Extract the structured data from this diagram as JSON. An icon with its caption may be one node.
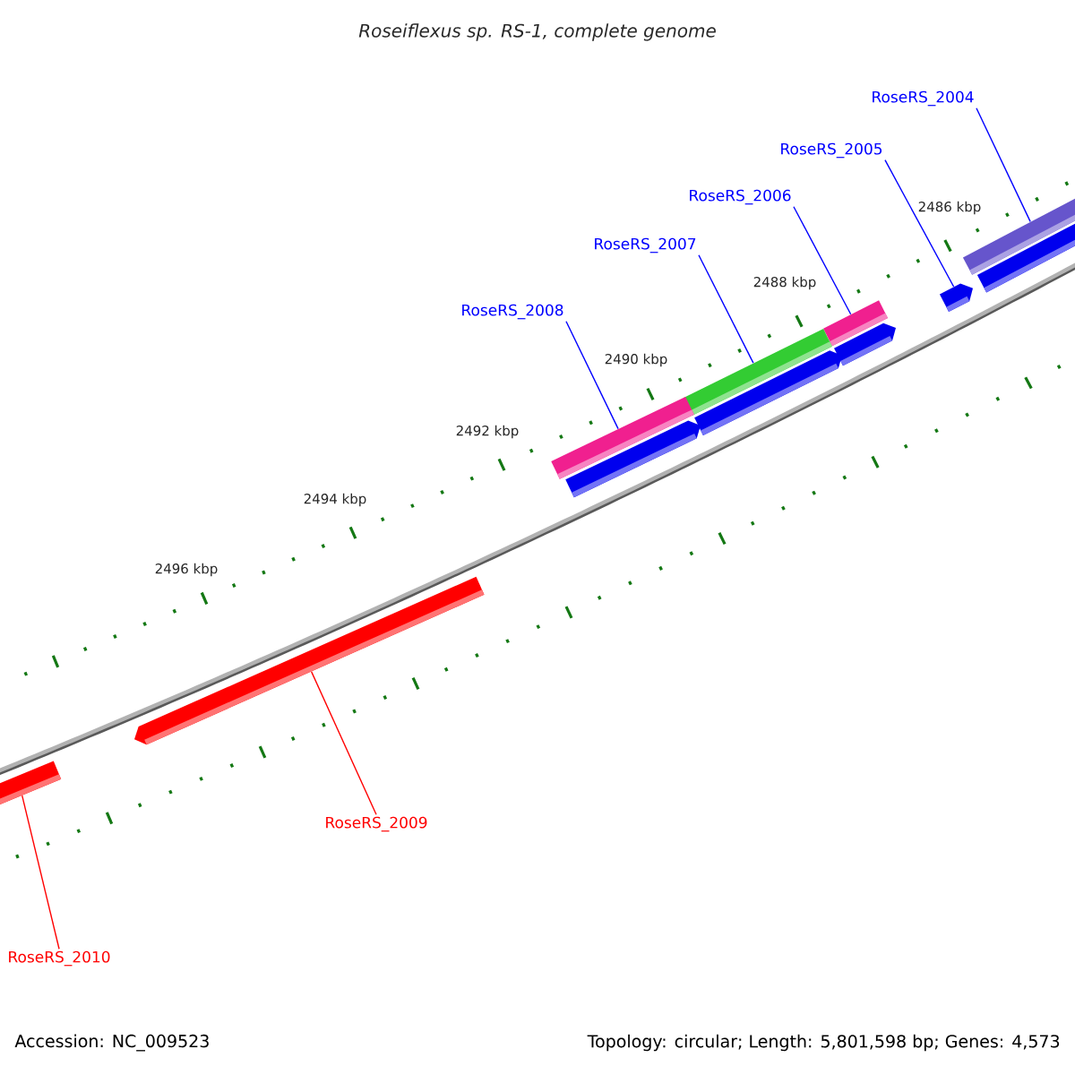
{
  "diagram": {
    "title": "Roseiflexus sp. RS-1, complete genome",
    "nodes": [
      {
        "text": [
          "RoseRS_2004"
        ]
      },
      {
        "text": [],
        "shape": "bar"
      },
      {
        "text": [
          "RoseRS_2005"
        ]
      },
      {
        "text": [],
        "shape": "bar"
      },
      {
        "text": [
          "RoseRS_2006"
        ]
      },
      {
        "text": [],
        "shape": "bar"
      },
      {
        "text": [
          "RoseRS_2007"
        ]
      },
      {
        "text": [],
        "shape": "bar"
      },
      {
        "text": [
          "RoseRS_2008"
        ]
      },
      {
        "text": [],
        "shape": "bar"
      },
      {
        "text": [
          "RoseRS_2009"
        ]
      },
      {
        "text": [],
        "shape": "bar"
      },
      {
        "text": [
          "RoseRS_2010"
        ]
      },
      {
        "text": [],
        "shape": "bar"
      },
      {
        "text": [],
        "shape": "bar"
      },
      {
        "text": [],
        "shape": "bar"
      },
      {
        "text": [],
        "shape": "bar"
      },
      {
        "text": [],
        "shape": "bar"
      }
    ],
    "edges": [
      {
        "from": 0,
        "to": 1,
        "arrow": "none"
      },
      {
        "from": 2,
        "to": 3,
        "arrow": "none"
      },
      {
        "from": 4,
        "to": 5,
        "arrow": "none"
      },
      {
        "from": 6,
        "to": 7,
        "arrow": "none"
      },
      {
        "from": 8,
        "to": 9,
        "arrow": "none"
      },
      {
        "from": 10,
        "to": 11,
        "arrow": "none",
        "color": "#ff0000"
      },
      {
        "from": 12,
        "to": 13,
        "arrow": "none",
        "color": "#ff0000"
      }
    ],
    "labels": [
      "2486 kbp",
      "2488 kbp",
      "2490 kbp",
      "2492 kbp",
      "2494 kbp",
      "2496 kbp",
      "Accession: NC_009523",
      "Topology: circular; Length: 5,801,598 bp; Genes: 4,573"
    ]
  }
}
